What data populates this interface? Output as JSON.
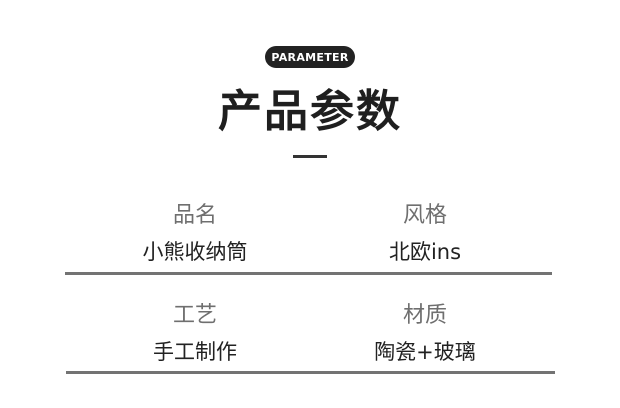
{
  "header": {
    "badge": "PARAMETER",
    "title": "产品参数"
  },
  "params": [
    {
      "label": "品名",
      "value": "小熊收纳筒"
    },
    {
      "label": "风格",
      "value": "北欧ins"
    },
    {
      "label": "工艺",
      "value": "手工制作"
    },
    {
      "label": "材质",
      "value": "陶瓷+玻璃"
    }
  ],
  "colors": {
    "badge_bg": "#222222",
    "title": "#1f1f1f",
    "label": "#6f6f6f",
    "value": "#222222",
    "divider": "#737373"
  }
}
